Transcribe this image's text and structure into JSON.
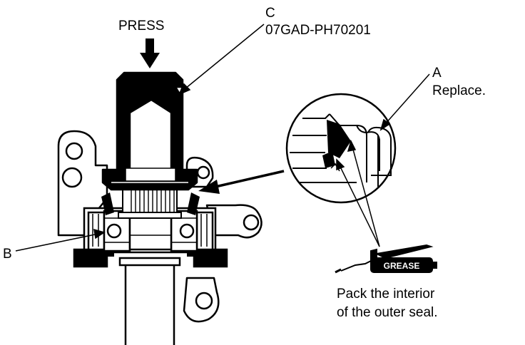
{
  "labels": {
    "press": "PRESS",
    "c_letter": "C",
    "c_part": "07GAD-PH70201",
    "a_letter": "A",
    "a_note": "Replace.",
    "b_letter": "B",
    "grease_tag": "GREASE",
    "pack_line1": "Pack the interior",
    "pack_line2": "of the outer seal."
  },
  "colors": {
    "ink": "#000000",
    "paper": "#ffffff"
  },
  "icons": {
    "press_arrow": "arrow-down-icon",
    "grease_gun": "grease-gun-icon"
  }
}
